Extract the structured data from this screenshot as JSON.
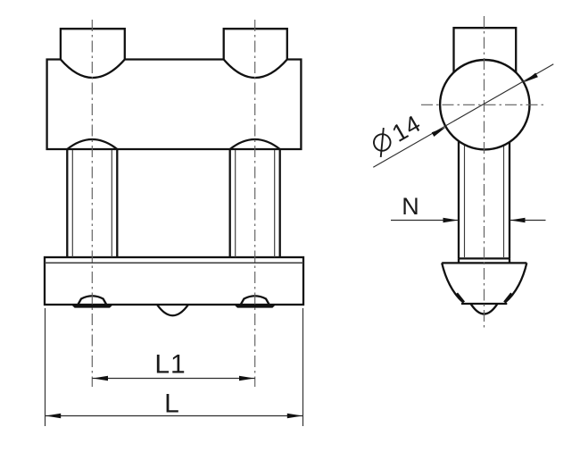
{
  "drawing": {
    "type": "technical-drawing",
    "views": {
      "front_view": "clamp body with two threaded studs and base plate",
      "side_view": "stud profile with ball washer and spherical foot"
    },
    "dimensions": {
      "l1": {
        "label": "L1"
      },
      "l": {
        "label": "L"
      },
      "n": {
        "label": "N"
      },
      "diameter": {
        "symbol": "⌀",
        "value": "14",
        "full": "⌀14"
      }
    },
    "colors": {
      "background": "#ffffff",
      "object_line": "#111111",
      "thin_line": "#3a3a3a",
      "centerline": "#5f5f5f",
      "dim_line": "#2e2e2e",
      "text": "#1a1a1a"
    }
  }
}
